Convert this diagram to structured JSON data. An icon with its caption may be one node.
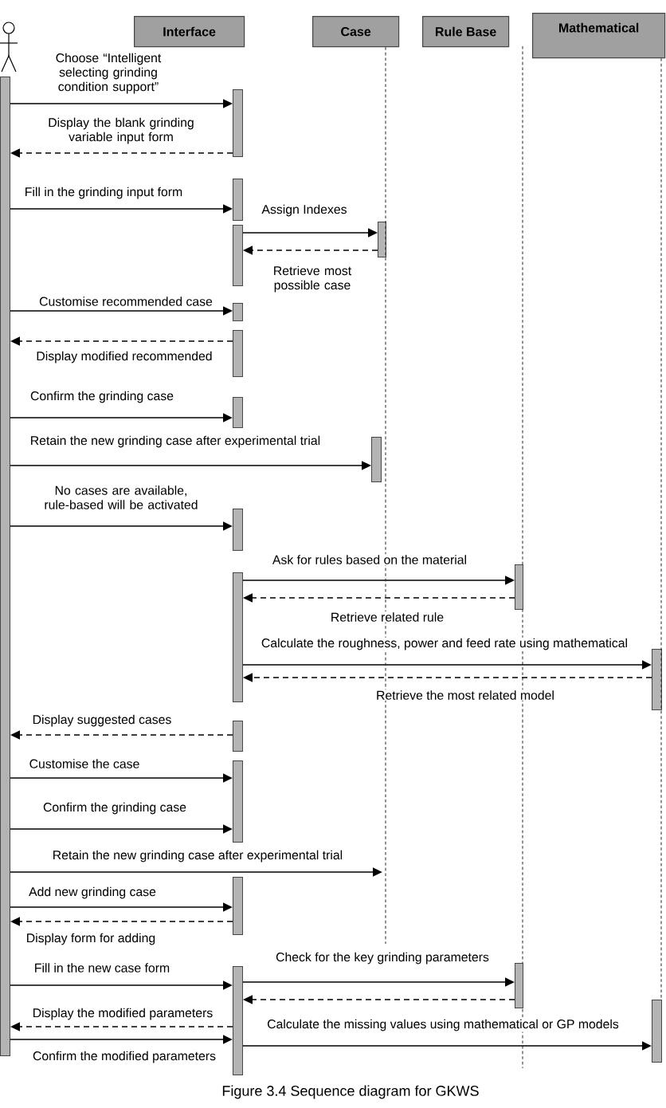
{
  "diagram": {
    "caption": "Figure 3.4 Sequence diagram for GKWS",
    "nodes": [
      {
        "text": [],
        "shape": "person"
      },
      {
        "text": [
          "Interface"
        ]
      },
      {
        "text": [
          "Case"
        ]
      },
      {
        "text": [
          "Rule Base"
        ]
      },
      {
        "text": [
          "Mathematical"
        ]
      },
      {
        "text": [],
        "shape": "bar"
      },
      {
        "text": [],
        "shape": "bar"
      },
      {
        "text": [],
        "shape": "bar"
      },
      {
        "text": [],
        "shape": "bar"
      },
      {
        "text": [],
        "shape": "bar"
      },
      {
        "text": [],
        "shape": "bar"
      },
      {
        "text": [],
        "shape": "bar"
      },
      {
        "text": [],
        "shape": "bar"
      },
      {
        "text": [],
        "shape": "bar"
      },
      {
        "text": [],
        "shape": "bar"
      },
      {
        "text": [],
        "shape": "bar"
      },
      {
        "text": [],
        "shape": "bar"
      },
      {
        "text": [],
        "shape": "bar"
      },
      {
        "text": [],
        "shape": "bar"
      },
      {
        "text": [],
        "shape": "bar"
      },
      {
        "text": [],
        "shape": "bar"
      },
      {
        "text": [],
        "shape": "bar"
      },
      {
        "text": [],
        "shape": "bar"
      },
      {
        "text": [],
        "shape": "bar"
      }
    ],
    "edges": [
      {
        "from": 5,
        "to": 6,
        "arrow": "to",
        "label": "Choose “Intelligent selecting grinding condition support”"
      },
      {
        "from": 6,
        "to": 5,
        "arrow": "to",
        "style": "dashed",
        "label": "Display the blank grinding variable input form"
      },
      {
        "from": 5,
        "to": 7,
        "arrow": "to",
        "label": "Fill in the grinding input form"
      },
      {
        "from": 8,
        "to": 18,
        "arrow": "to",
        "label": "Assign Indexes"
      },
      {
        "from": 18,
        "to": 8,
        "arrow": "to",
        "style": "dashed",
        "label": "Retrieve most possible case"
      },
      {
        "from": 5,
        "to": 9,
        "arrow": "to",
        "label": "Customise recommended case"
      },
      {
        "from": 10,
        "to": 5,
        "arrow": "to",
        "style": "dashed",
        "label": "Display modified recommended"
      },
      {
        "from": 5,
        "to": 11,
        "arrow": "to",
        "label": "Confirm the grinding case"
      },
      {
        "from": 5,
        "to": 19,
        "arrow": "to",
        "label": "Retain the new grinding case after experimental trial"
      },
      {
        "from": 5,
        "to": 12,
        "arrow": "to",
        "label": "No cases are available, rule-based will be activated"
      },
      {
        "from": 13,
        "to": 20,
        "arrow": "to",
        "label": "Ask for rules based on the material"
      },
      {
        "from": 20,
        "to": 13,
        "arrow": "to",
        "style": "dashed",
        "label": "Retrieve related rule"
      },
      {
        "from": 13,
        "to": 22,
        "arrow": "to",
        "label": "Calculate the roughness, power and feed rate using mathematical"
      },
      {
        "from": 22,
        "to": 13,
        "arrow": "to",
        "style": "dashed",
        "label": "Retrieve the most related model"
      },
      {
        "from": 14,
        "to": 5,
        "arrow": "to",
        "style": "dashed",
        "label": "Display suggested cases"
      },
      {
        "from": 5,
        "to": 15,
        "arrow": "to",
        "label": "Customise the case"
      },
      {
        "from": 5,
        "to": 15,
        "arrow": "to",
        "label": "Confirm the grinding case"
      },
      {
        "from": 5,
        "to": null,
        "arrow": "to",
        "label": "Retain the new grinding case after experimental trial"
      },
      {
        "from": 5,
        "to": 16,
        "arrow": "to",
        "label": "Add new grinding case"
      },
      {
        "from": 16,
        "to": 5,
        "arrow": "to",
        "style": "dashed",
        "label": "Display form for adding"
      },
      {
        "from": 5,
        "to": 17,
        "arrow": "to",
        "label": "Fill in the new case form"
      },
      {
        "from": 17,
        "to": 21,
        "arrow": "to",
        "label": "Check for the key grinding parameters"
      },
      {
        "from": 21,
        "to": 17,
        "arrow": "to",
        "style": "dashed"
      },
      {
        "from": 17,
        "to": 5,
        "arrow": "to",
        "style": "dashed",
        "label": "Display the modified parameters"
      },
      {
        "from": 5,
        "to": 17,
        "arrow": "to",
        "label": "Confirm the modified parameters"
      },
      {
        "from": 17,
        "to": 23,
        "arrow": "to",
        "label": "Calculate the missing values using mathematical or GP models"
      },
      {
        "from": 2,
        "to": null,
        "arrow": "none",
        "style": "dashed"
      },
      {
        "from": 4,
        "to": 23,
        "arrow": "none",
        "style": "dashed"
      }
    ]
  }
}
